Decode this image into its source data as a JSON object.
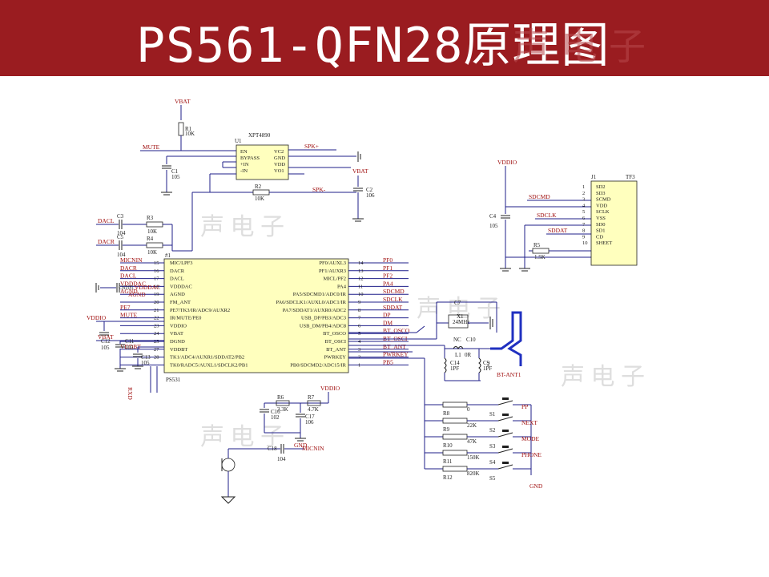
{
  "title": "PS561-QFN28原理图",
  "watermark": "声电子",
  "colors": {
    "banner": "#9a1c20",
    "chip": "#ffffbe",
    "wire": "#1f1f8a",
    "net": "#a01010",
    "antenna": "#2030c0"
  },
  "amp": {
    "ref": "U1",
    "part": "XPT4890",
    "pins_left": [
      "EN",
      "BYPASS",
      "+IN",
      "-IN"
    ],
    "pins_right": [
      "VC2",
      "GND",
      "VDD",
      "VO1"
    ]
  },
  "mcu": {
    "ref": "#1",
    "part": "PS531",
    "left": [
      {
        "n": "15",
        "name": "MIC/LPF3",
        "net": "MICNIN"
      },
      {
        "n": "16",
        "name": "DACR",
        "net": "DACR"
      },
      {
        "n": "17",
        "name": "DACL",
        "net": "DACL"
      },
      {
        "n": "18",
        "name": "VDDDAC",
        "net": "VDDDAC"
      },
      {
        "n": "19",
        "name": "AGND",
        "net": "AGND"
      },
      {
        "n": "20",
        "name": "FM_ANT",
        "net": ""
      },
      {
        "n": "21",
        "name": "PE7/TK3/IR/ADC9/AUXR2",
        "net": "PE7"
      },
      {
        "n": "22",
        "name": "IR/MUTE/PE0",
        "net": "MUTE"
      },
      {
        "n": "23",
        "name": "VDDIO",
        "net": ""
      },
      {
        "n": "24",
        "name": "VBAT",
        "net": ""
      },
      {
        "n": "25",
        "name": "DGND",
        "net": ""
      },
      {
        "n": "27",
        "name": "VDDBT",
        "net": "VDDBT"
      },
      {
        "n": "28",
        "name": "TK1/ADC4/AUXR1/SDDAT2/PB2",
        "net": ""
      },
      {
        "n": "",
        "name": "TK0/RADC5/AUXL1/SDCLK2/PB1",
        "net": ""
      }
    ],
    "right": [
      {
        "n": "14",
        "name": "PF0/AUXL3",
        "net": "PF0"
      },
      {
        "n": "13",
        "name": "PF1/AUXR3",
        "net": "PF1"
      },
      {
        "n": "12",
        "name": "MICL/PF2",
        "net": "PF2"
      },
      {
        "n": "11",
        "name": "PA4",
        "net": "PA4"
      },
      {
        "n": "10",
        "name": "PA5/SDCMD1/ADC0/IR",
        "net": "SDCMD"
      },
      {
        "n": "9",
        "name": "PA6/SDCLK1/AUXL0/ADC1/IR",
        "net": "SDCLK"
      },
      {
        "n": "8",
        "name": "PA7/SDDAT1/AUXR0/ADC2",
        "net": "SDDAT"
      },
      {
        "n": "7",
        "name": "USB_DP/PB3/ADC3",
        "net": "DP"
      },
      {
        "n": "6",
        "name": "USB_DM/PB4/ADC8",
        "net": "DM"
      },
      {
        "n": "5",
        "name": "BT_OSCO",
        "net": "BT_OSCO"
      },
      {
        "n": "4",
        "name": "BT_OSCI",
        "net": "BT_OSCI"
      },
      {
        "n": "3",
        "name": "BT_ANT",
        "net": "BT_ANT"
      },
      {
        "n": "2",
        "name": "PWRKEY",
        "net": "PWRKEY"
      },
      {
        "n": "1",
        "name": "PB0/SDCMD2/ADC15/IR",
        "net": "PB5"
      }
    ]
  },
  "tf": {
    "ref": "J1",
    "part": "TF3",
    "pins": [
      {
        "n": "1",
        "name": "SD2"
      },
      {
        "n": "2",
        "name": "SD3"
      },
      {
        "n": "3",
        "name": "SCMD"
      },
      {
        "n": "4",
        "name": "VDD"
      },
      {
        "n": "5",
        "name": "SCLK"
      },
      {
        "n": "6",
        "name": "VSS"
      },
      {
        "n": "7",
        "name": "SD0"
      },
      {
        "n": "8",
        "name": "SD1"
      },
      {
        "n": "9",
        "name": "CD"
      },
      {
        "n": "10",
        "name": "SHEET"
      }
    ],
    "nets": [
      "SDCMD",
      "SDCLK",
      "SDDAT"
    ],
    "vddio": "VDDIO",
    "c4": "C4",
    "c4v": "105",
    "r5": "R5",
    "r5v": "1.5K"
  },
  "labels": {
    "vbat": "VBAT",
    "vddio": "VDDIO",
    "mute": "MUTE",
    "spkp": "SPK+",
    "spkn": "SPK-",
    "dacl": "DACL",
    "dacr": "DACR",
    "gnd": "GND",
    "micnin": "MICNIN",
    "pe7": "PE7",
    "rxd": "RXD",
    "bt_ant1": "BT-ANT1",
    "vddbt": "VDDBT",
    "vdddac": "VDDDAC",
    "agnd": "AGND",
    "bt_osco": "BT_OSCO",
    "bt_osci": "BT_OSCI",
    "bt_ant": "BT_ANT",
    "pwrkey": "PWRKEY",
    "pb5": "PB5"
  },
  "parts": {
    "r1": "R1",
    "r1v": "10K",
    "c1": "C1",
    "c1v": "105",
    "r2": "R2",
    "r2v": "10K",
    "c2": "C2",
    "c2v": "106",
    "c3": "C3",
    "c3v": "104",
    "r3": "R3",
    "r3v": "10K",
    "c5": "C5",
    "c5v": "104",
    "r4": "R4",
    "r4v": "10K",
    "c6": "C6",
    "c6v": "105",
    "c12": "C12",
    "c12v": "105",
    "c11": "C11",
    "c11v": "105",
    "c13": "C13",
    "c13v": "105",
    "r6": "R6",
    "r6v": "3.3K",
    "r7": "R7",
    "r7v": "4.7K",
    "c16": "C16",
    "c16v": "102",
    "c17": "C17",
    "c17v": "106",
    "c18": "C18",
    "c18v": "104",
    "c7": "C7",
    "x1": "X1",
    "x1v": "24MHz",
    "nc": "NC",
    "c10": "C10",
    "l1": "L1",
    "l1v": "0R",
    "c14": "C14",
    "c14v": "1PF",
    "c9": "C9",
    "c9v": "1PF",
    "ant_pin": "2"
  },
  "keys": [
    {
      "r": "R8",
      "v": "0",
      "s": "S1",
      "label": "PP"
    },
    {
      "r": "R9",
      "v": "22K",
      "s": "S2",
      "label": "NEXT"
    },
    {
      "r": "R10",
      "v": "47K",
      "s": "S3",
      "label": "MODE"
    },
    {
      "r": "R11",
      "v": "150K",
      "s": "S4",
      "label": "PHONE"
    },
    {
      "r": "R12",
      "v": "820K",
      "s": "S5",
      "label": ""
    }
  ]
}
